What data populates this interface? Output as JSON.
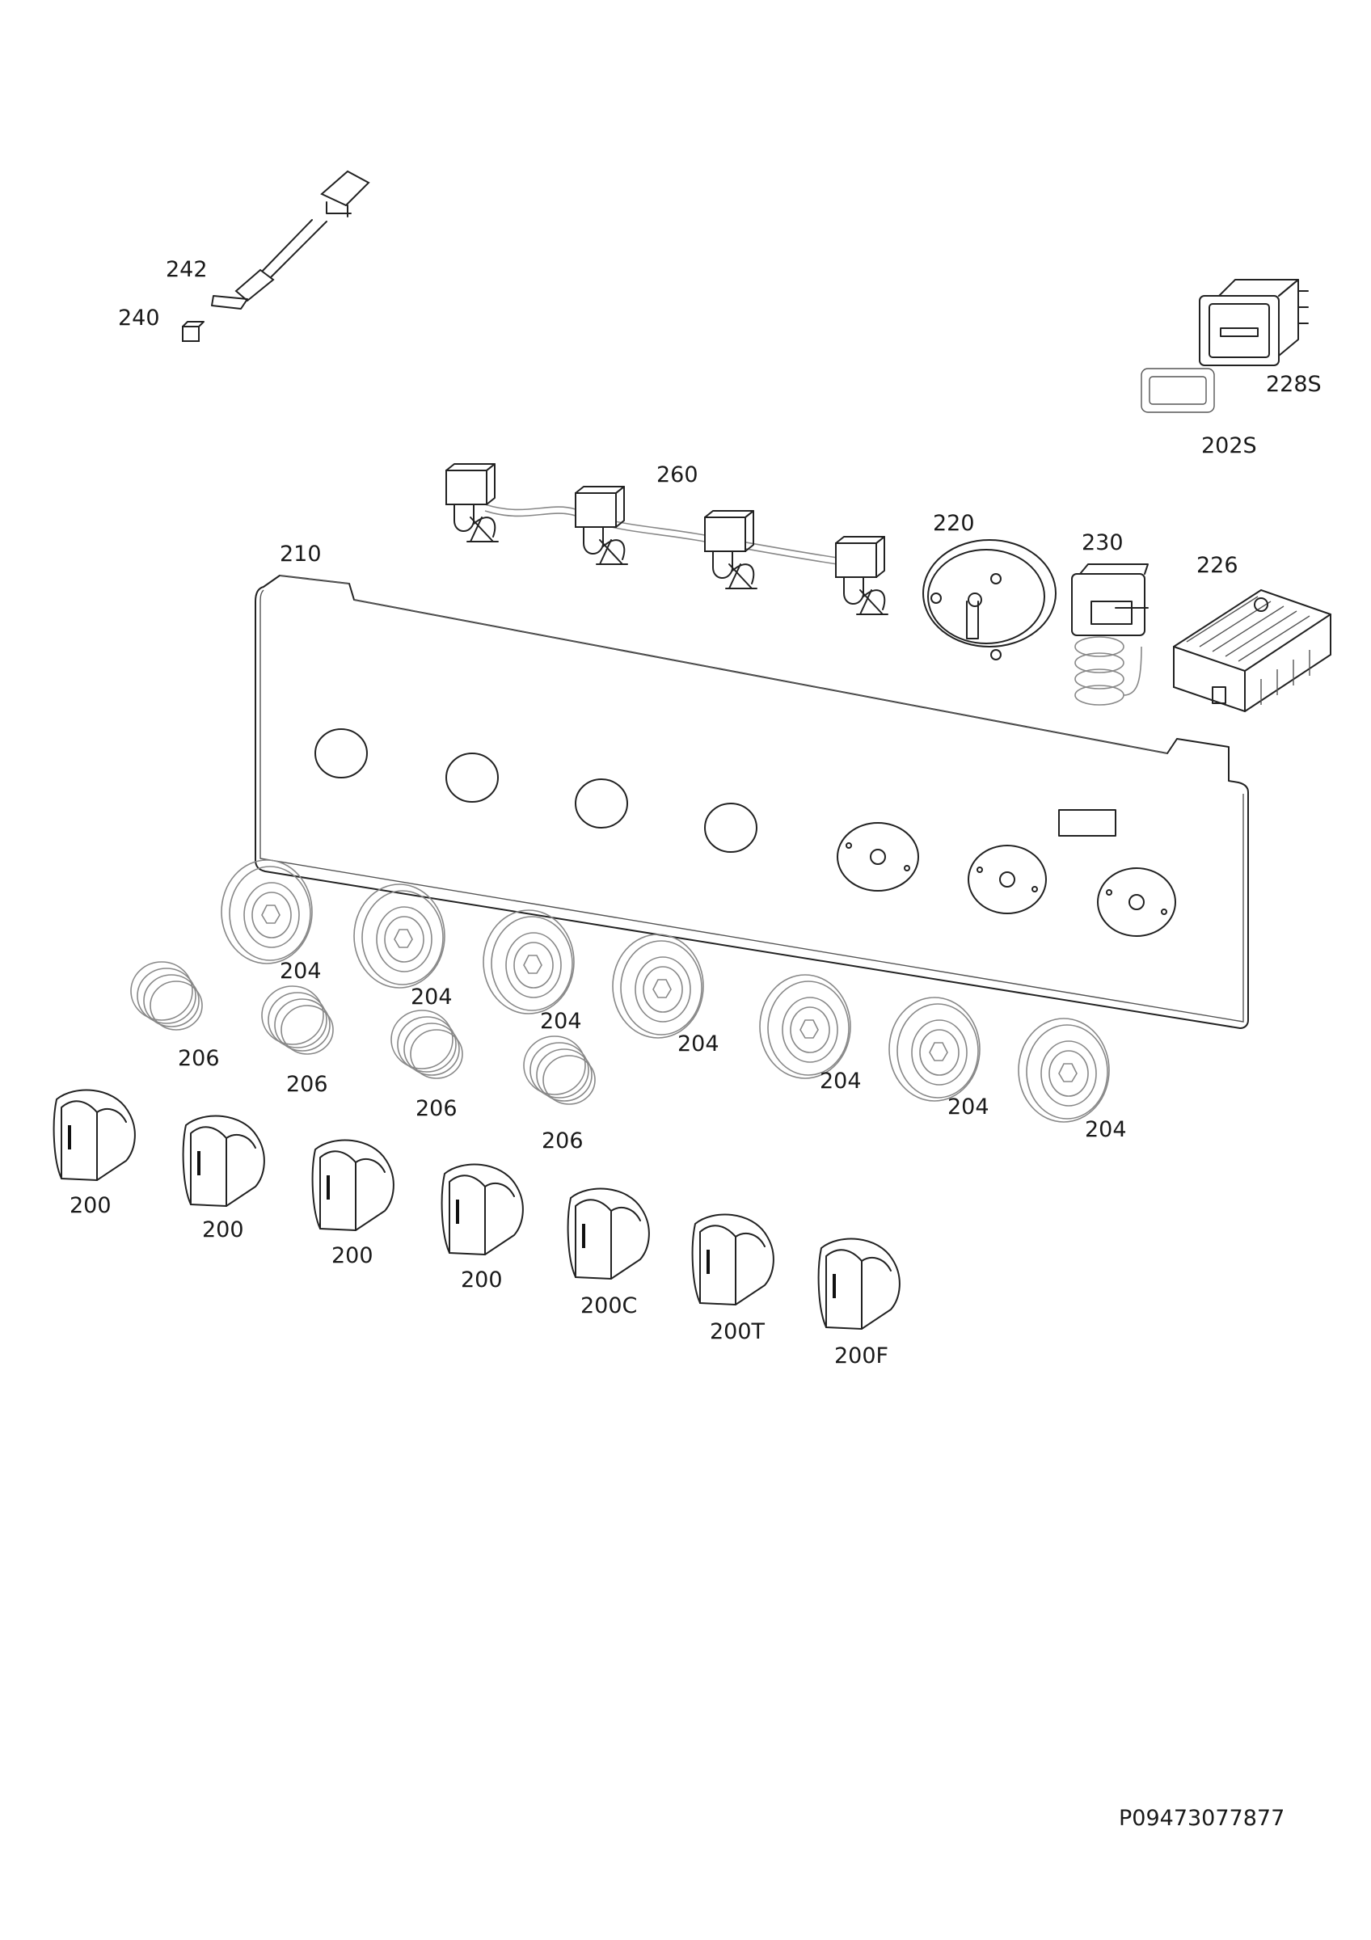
{
  "labels": {
    "p242": "242",
    "p240": "240",
    "p228s": "228S",
    "p202s": "202S",
    "p260": "260",
    "p210": "210",
    "p220": "220",
    "p230": "230",
    "p226": "226",
    "p204": "204",
    "p206": "206",
    "p200": "200",
    "p200c": "200C",
    "p200t": "200T",
    "p200f": "200F"
  },
  "document_code": "P09473077877"
}
